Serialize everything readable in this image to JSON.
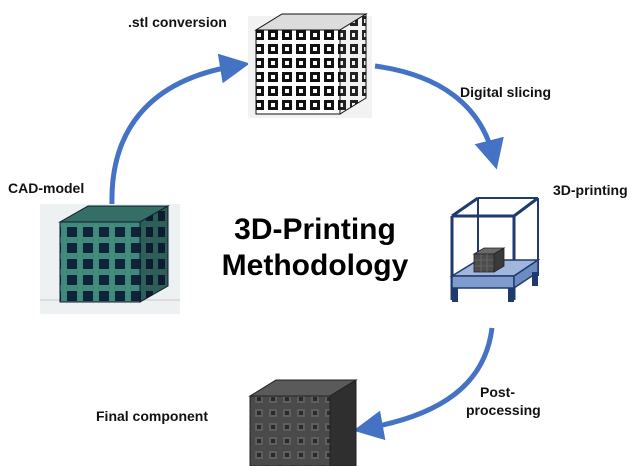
{
  "title": {
    "line1": "3D-Printing",
    "line2": "Methodology"
  },
  "steps": {
    "cad_model": "CAD-model",
    "stl_conversion": ".stl conversion",
    "digital_slicing": "Digital slicing",
    "printing": "3D-printing",
    "post_processing_1": "Post-",
    "post_processing_2": "processing",
    "final_component": "Final component"
  },
  "colors": {
    "arrow": "#4472c4",
    "cad_cube": "#2f5e57",
    "stl_cube": "#111111",
    "printer_frame": "#1f3a6e",
    "printer_bed": "#9fb6dd",
    "final_cube": "#3a3a3a"
  }
}
